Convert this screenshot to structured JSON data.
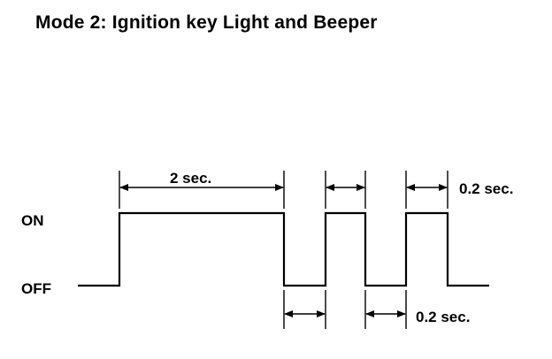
{
  "title": "Mode 2: Ignition key Light and Beeper",
  "levels": {
    "on": "ON",
    "off": "OFF"
  },
  "timing": {
    "on_duration": "2 sec.",
    "pulse_duration": "0.2 sec.",
    "gap_duration": "0.2 sec."
  }
}
